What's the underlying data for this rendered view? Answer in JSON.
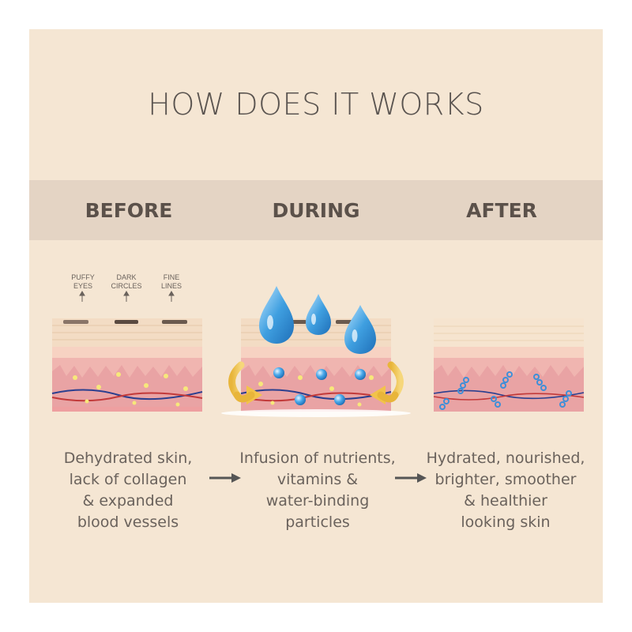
{
  "title": "HOW DOES IT WORKS",
  "columns": [
    {
      "heading": "BEFORE",
      "lines": [
        "Dehydrated skin,",
        "lack of collagen",
        "& expanded",
        "blood vessels"
      ]
    },
    {
      "heading": "DURING",
      "lines": [
        "Infusion of nutrients,",
        "vitamins &",
        "water-binding",
        "particles"
      ]
    },
    {
      "heading": "AFTER",
      "lines": [
        "Hydrated, nourished,",
        "brighter, smoother",
        "& healthier",
        "looking skin"
      ]
    }
  ],
  "before_labels": [
    {
      "lines": [
        "PUFFY",
        "EYES"
      ]
    },
    {
      "lines": [
        "DARK",
        "CIRCLES"
      ]
    },
    {
      "lines": [
        "FINE",
        "LINES"
      ]
    }
  ],
  "colors": {
    "panel": "#f5e6d3",
    "band": "#e4d4c4",
    "skin": "#f0b5b0",
    "dermis": "#e9a3a4",
    "epidermis": "#f3dcc4",
    "drop": "#3f9fe0"
  },
  "icons": [
    "water-drop-icon",
    "arrow-right-icon",
    "circular-arrow-icon"
  ]
}
